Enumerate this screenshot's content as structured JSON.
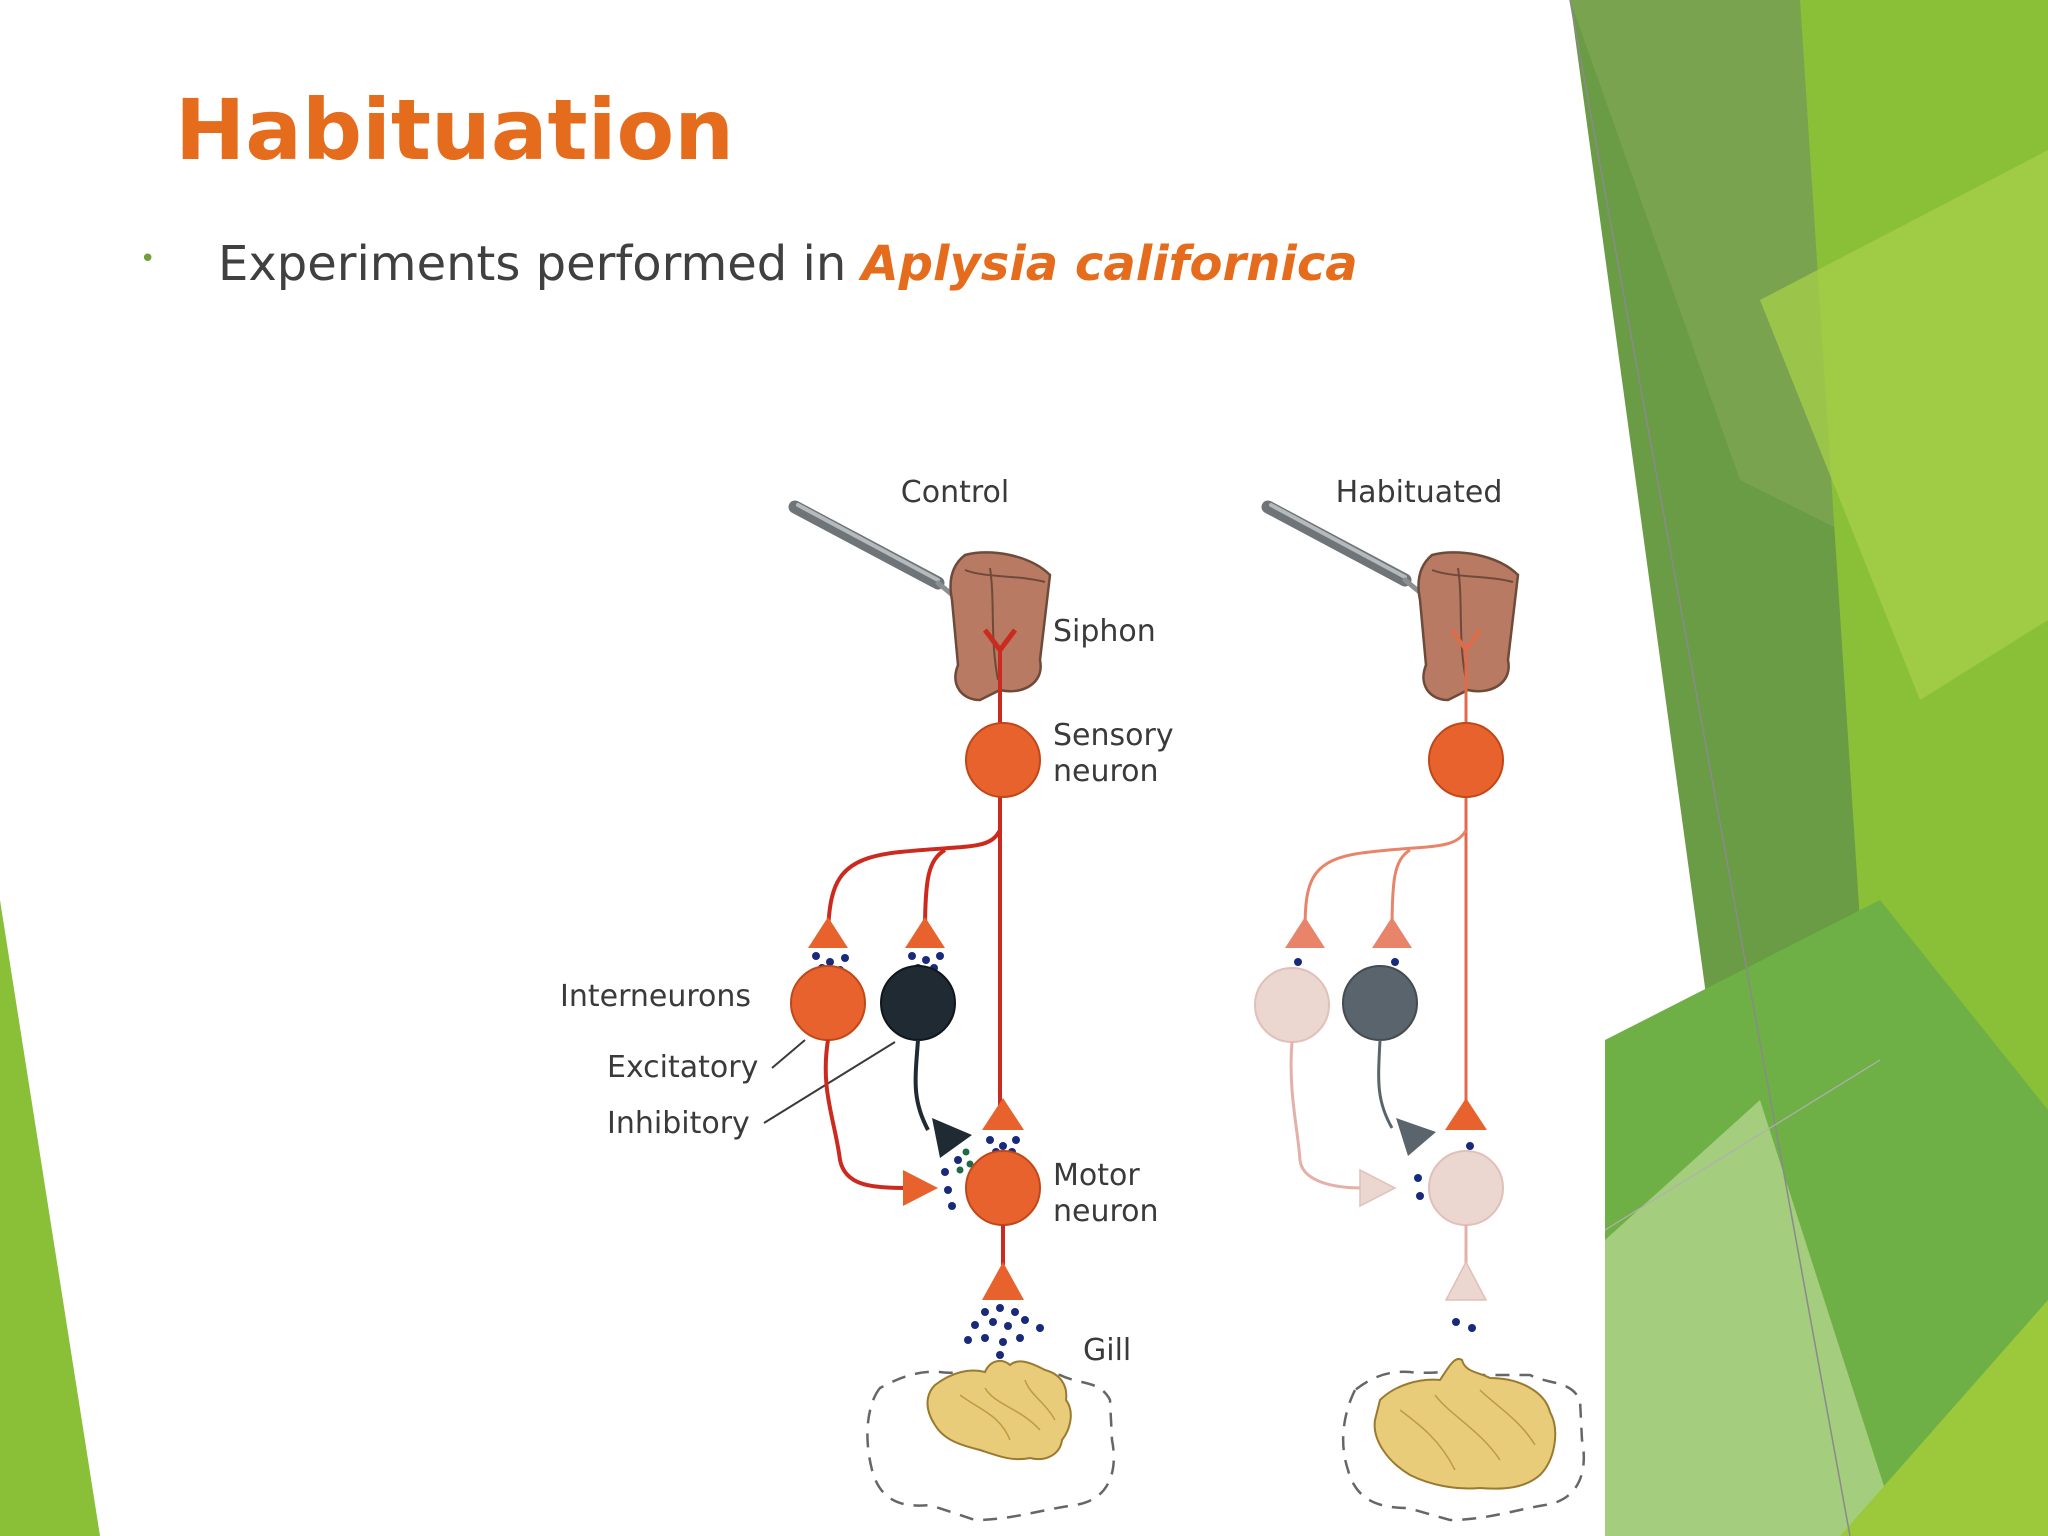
{
  "slide": {
    "title": "Habituation",
    "bullet": {
      "text_prefix": "Experiments performed in",
      "text_species": "Aplysia californica"
    }
  },
  "diagram": {
    "panels": [
      "Control",
      "Habituated"
    ],
    "labels": {
      "siphon": "Siphon",
      "sensory_line1": "Sensory",
      "sensory_line2": "neuron",
      "interneurons": "Interneurons",
      "excitatory": "Excitatory",
      "inhibitory": "Inhibitory",
      "motor_line1": "Motor",
      "motor_line2": "neuron",
      "gill": "Gill"
    }
  },
  "colors": {
    "title": "#e46c1c",
    "bullet_text": "#404040",
    "accent_green": "#6da037",
    "neuron_orange": "#e8622e",
    "axon_red": "#cc2a1e",
    "inhibitory_dark": "#1f2a33",
    "vesicle_blue": "#1a2a7a",
    "siphon_brown": "#b87a62",
    "gill_yellow": "#e8cc7a",
    "faded_neuron": "#ecd6d0",
    "faded_axon": "#e4b0a8",
    "faded_inhibitory": "#5a646c"
  }
}
